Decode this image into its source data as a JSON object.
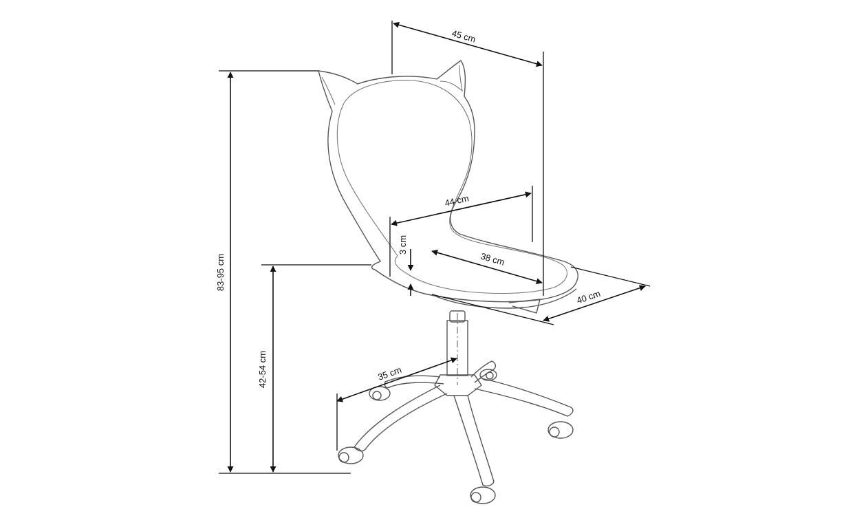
{
  "dimensions": {
    "top_width": "45 cm",
    "seat_width": "44 cm",
    "seat_thickness": "3 cm",
    "seat_depth": "38 cm",
    "overall_depth": "40 cm",
    "base_radius": "35 cm",
    "total_height": "83-95 cm",
    "seat_height": "42-54 cm"
  }
}
